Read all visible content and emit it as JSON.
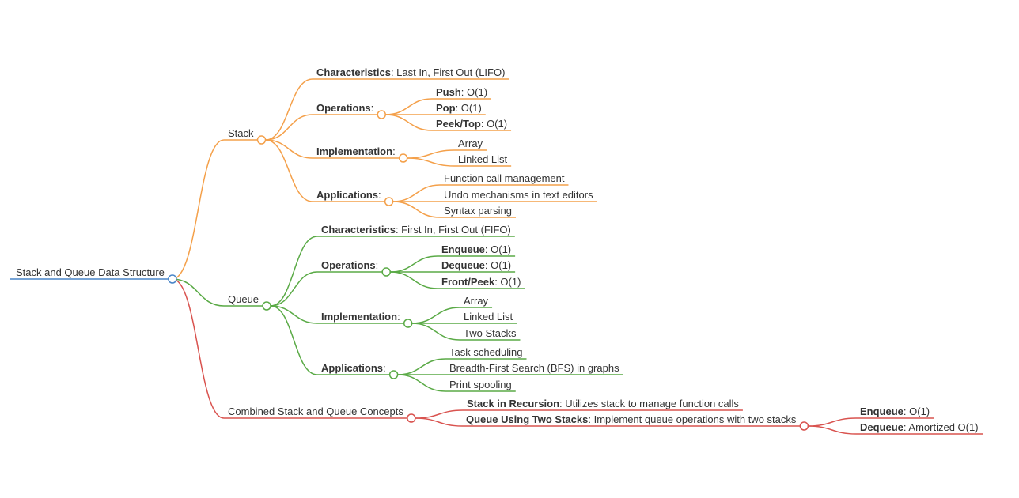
{
  "colors": {
    "root": "#4a86c8",
    "stack": "#f4a04a",
    "queue": "#5aaa46",
    "combined": "#d9534f"
  },
  "root": {
    "label": "Stack and Queue Data Structure",
    "children": [
      {
        "label": "Stack",
        "branch": "stack",
        "children": [
          {
            "bold": "Characteristics",
            "text": ": Last In, First Out (LIFO)"
          },
          {
            "bold": "Operations",
            "text": ":",
            "children": [
              {
                "bold": "Push",
                "text": ": O(1)"
              },
              {
                "bold": "Pop",
                "text": ": O(1)"
              },
              {
                "bold": "Peek/Top",
                "text": ": O(1)"
              }
            ]
          },
          {
            "bold": "Implementation",
            "text": ":",
            "children": [
              {
                "text": "Array"
              },
              {
                "text": "Linked List"
              }
            ]
          },
          {
            "bold": "Applications",
            "text": ":",
            "children": [
              {
                "text": "Function call management"
              },
              {
                "text": "Undo mechanisms in text editors"
              },
              {
                "text": "Syntax parsing"
              }
            ]
          }
        ]
      },
      {
        "label": "Queue",
        "branch": "queue",
        "children": [
          {
            "bold": "Characteristics",
            "text": ": First In, First Out (FIFO)"
          },
          {
            "bold": "Operations",
            "text": ":",
            "children": [
              {
                "bold": "Enqueue",
                "text": ": O(1)"
              },
              {
                "bold": "Dequeue",
                "text": ": O(1)"
              },
              {
                "bold": "Front/Peek",
                "text": ": O(1)"
              }
            ]
          },
          {
            "bold": "Implementation",
            "text": ":",
            "children": [
              {
                "text": "Array"
              },
              {
                "text": "Linked List"
              },
              {
                "text": "Two Stacks"
              }
            ]
          },
          {
            "bold": "Applications",
            "text": ":",
            "children": [
              {
                "text": "Task scheduling"
              },
              {
                "text": "Breadth-First Search (BFS) in graphs"
              },
              {
                "text": "Print spooling"
              }
            ]
          }
        ]
      },
      {
        "label": "Combined Stack and Queue Concepts",
        "branch": "combined",
        "children": [
          {
            "bold": "Stack in Recursion",
            "text": ": Utilizes stack to manage function calls"
          },
          {
            "bold": "Queue Using Two Stacks",
            "text": ": Implement queue operations with two stacks",
            "children": [
              {
                "bold": "Enqueue",
                "text": ": O(1)"
              },
              {
                "bold": "Dequeue",
                "text": ": Amortized O(1)"
              }
            ]
          }
        ]
      }
    ]
  }
}
